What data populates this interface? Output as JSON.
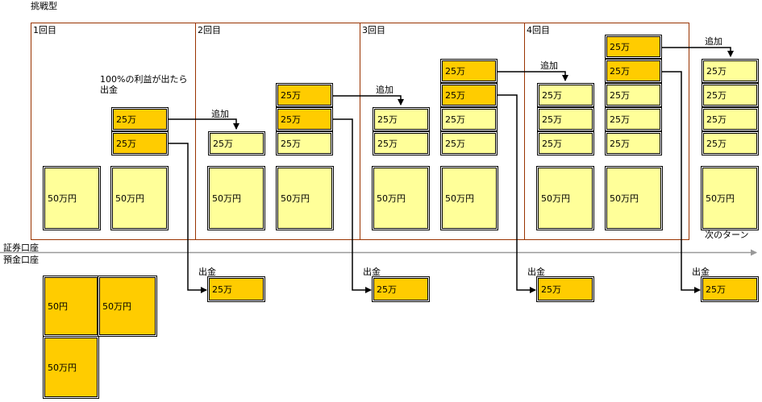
{
  "title": "挑戦型",
  "rounds": [
    "1回目",
    "2回目",
    "3回目",
    "4回目"
  ],
  "note": "100%の利益が出たら\n出金",
  "add_label": "追加",
  "withdraw_label": "出金",
  "next_turn_label": "次のターン",
  "securities_account_label": "証券口座",
  "deposit_account_label": "預金口座",
  "unit_25": "25万",
  "unit_50": "50万円",
  "unit_50_short": "50円",
  "colors": {
    "round_border": "#993300",
    "block_yellow": "#ffff99",
    "block_orange": "#ffcc00",
    "divider": "#999999"
  }
}
